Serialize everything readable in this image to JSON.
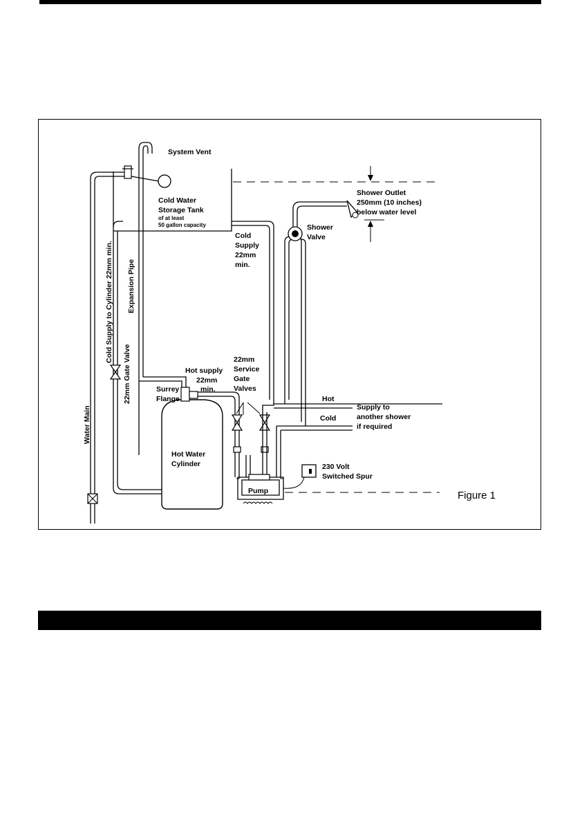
{
  "figure": {
    "caption": "Figure 1",
    "labels": {
      "system_vent": "System Vent",
      "tank_line1": "Cold Water",
      "tank_line2": "Storage Tank",
      "tank_line3": "of at least",
      "tank_line4": "50 gallon capacity",
      "cold_supply_1": "Cold",
      "cold_supply_2": "Supply",
      "cold_supply_3": "22mm",
      "cold_supply_4": "min.",
      "shower_outlet_1": "Shower Outlet",
      "shower_outlet_2": "250mm (10 inches)",
      "shower_outlet_3": "below water level",
      "shower_valve_1": "Shower",
      "shower_valve_2": "Valve",
      "cold_supply_cylinder": "Cold Supply to Cylinder 22mm min.",
      "expansion_pipe": "Expansion Pipe",
      "gate_valve": "22mm Gate Valve",
      "water_main": "Water Main",
      "hot_supply_1": "Hot supply",
      "hot_supply_2": "22mm",
      "hot_supply_3": "min.",
      "surrey_1": "Surrey",
      "surrey_2": "Flange",
      "service_1": "22mm",
      "service_2": "Service",
      "service_3": "Gate",
      "service_4": "Valves",
      "hot": "Hot",
      "cold": "Cold",
      "supply_other_1": "Supply to",
      "supply_other_2": "another shower",
      "supply_other_3": "if required",
      "cylinder_1": "Hot Water",
      "cylinder_2": "Cylinder",
      "spur_1": "230 Volt",
      "spur_2": "Switched Spur",
      "pump": "Pump"
    }
  }
}
